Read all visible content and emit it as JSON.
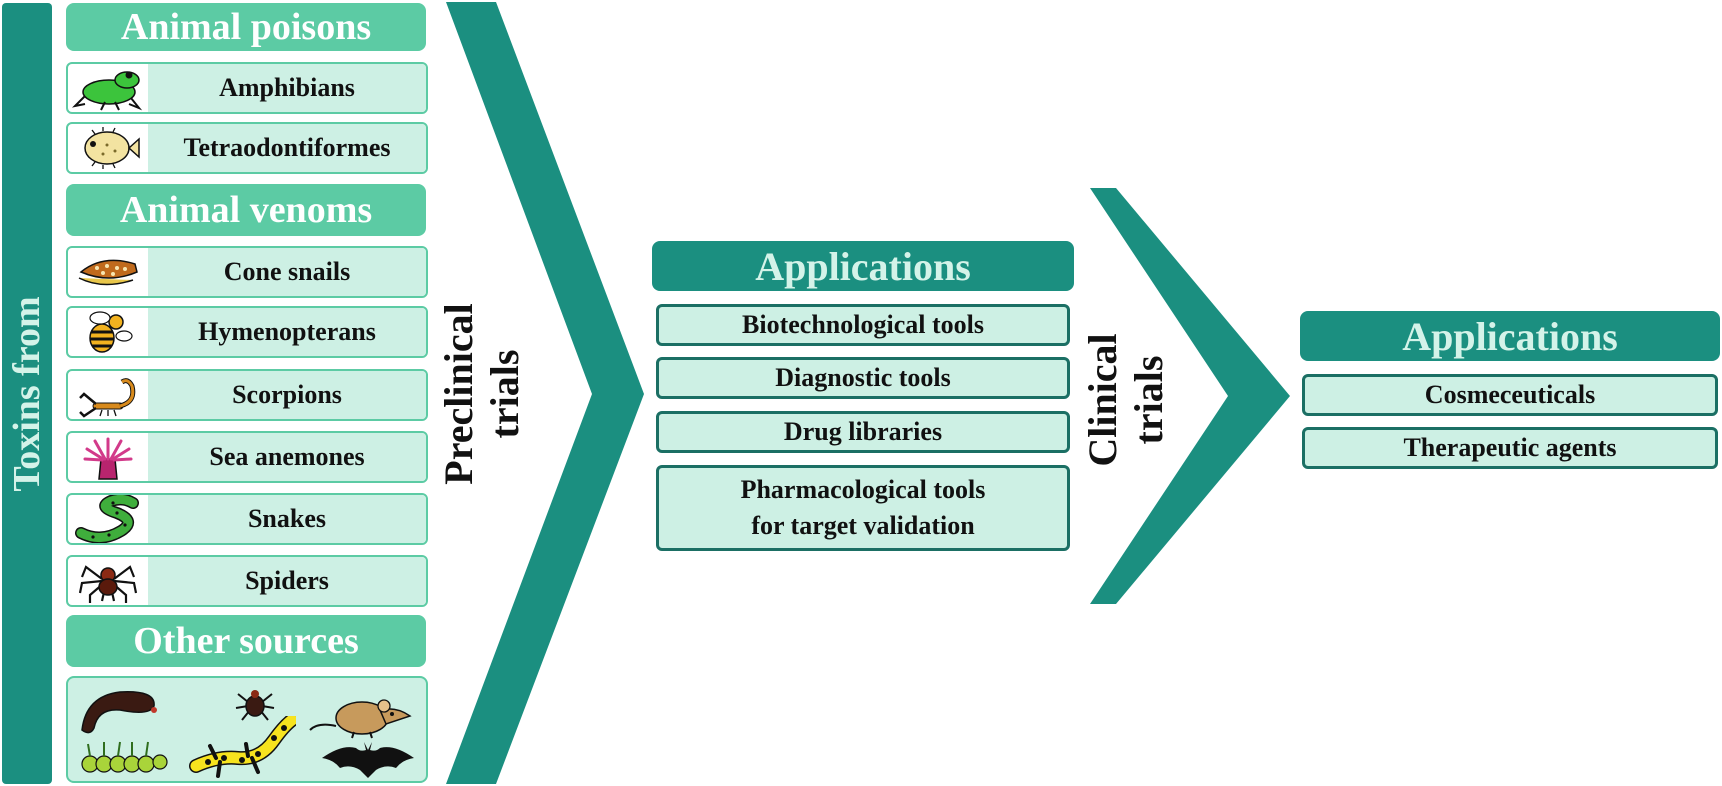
{
  "left_bar": {
    "label": "Toxins from"
  },
  "sources": {
    "animal_poisons": {
      "header": "Animal poisons",
      "items": [
        {
          "label": "Amphibians",
          "icon": "frog-icon"
        },
        {
          "label": "Tetraodontiformes",
          "icon": "pufferfish-icon"
        }
      ]
    },
    "animal_venoms": {
      "header": "Animal venoms",
      "items": [
        {
          "label": "Cone snails",
          "icon": "cone-snail-icon"
        },
        {
          "label": "Hymenopterans",
          "icon": "bee-icon"
        },
        {
          "label": "Scorpions",
          "icon": "scorpion-icon"
        },
        {
          "label": "Sea anemones",
          "icon": "sea-anemone-icon"
        },
        {
          "label": "Snakes",
          "icon": "snake-icon"
        },
        {
          "label": "Spiders",
          "icon": "spider-icon"
        }
      ]
    },
    "other_sources": {
      "header": "Other sources",
      "icons": [
        "leech-icon",
        "tick-icon",
        "shrew-icon",
        "caterpillar-icon",
        "salamander-icon",
        "bat-icon"
      ]
    }
  },
  "stage1": {
    "line1": "Preclinical",
    "line2": "trials"
  },
  "applications_preclinical": {
    "header": "Applications",
    "items": [
      "Biotechnological tools",
      "Diagnostic tools",
      "Drug libraries",
      "Pharmacological tools for target validation"
    ],
    "item4_line1": "Pharmacological tools",
    "item4_line2": "for target validation"
  },
  "stage2": {
    "line1": "Clinical",
    "line2": "trials"
  },
  "applications_clinical": {
    "header": "Applications",
    "items": [
      "Cosmeceuticals",
      "Therapeutic agents"
    ]
  },
  "colors": {
    "dark_teal": "#1b8f80",
    "light_teal": "#5ccba4",
    "pale_teal": "#cdf0e4",
    "border_dark": "#1b6f64"
  }
}
